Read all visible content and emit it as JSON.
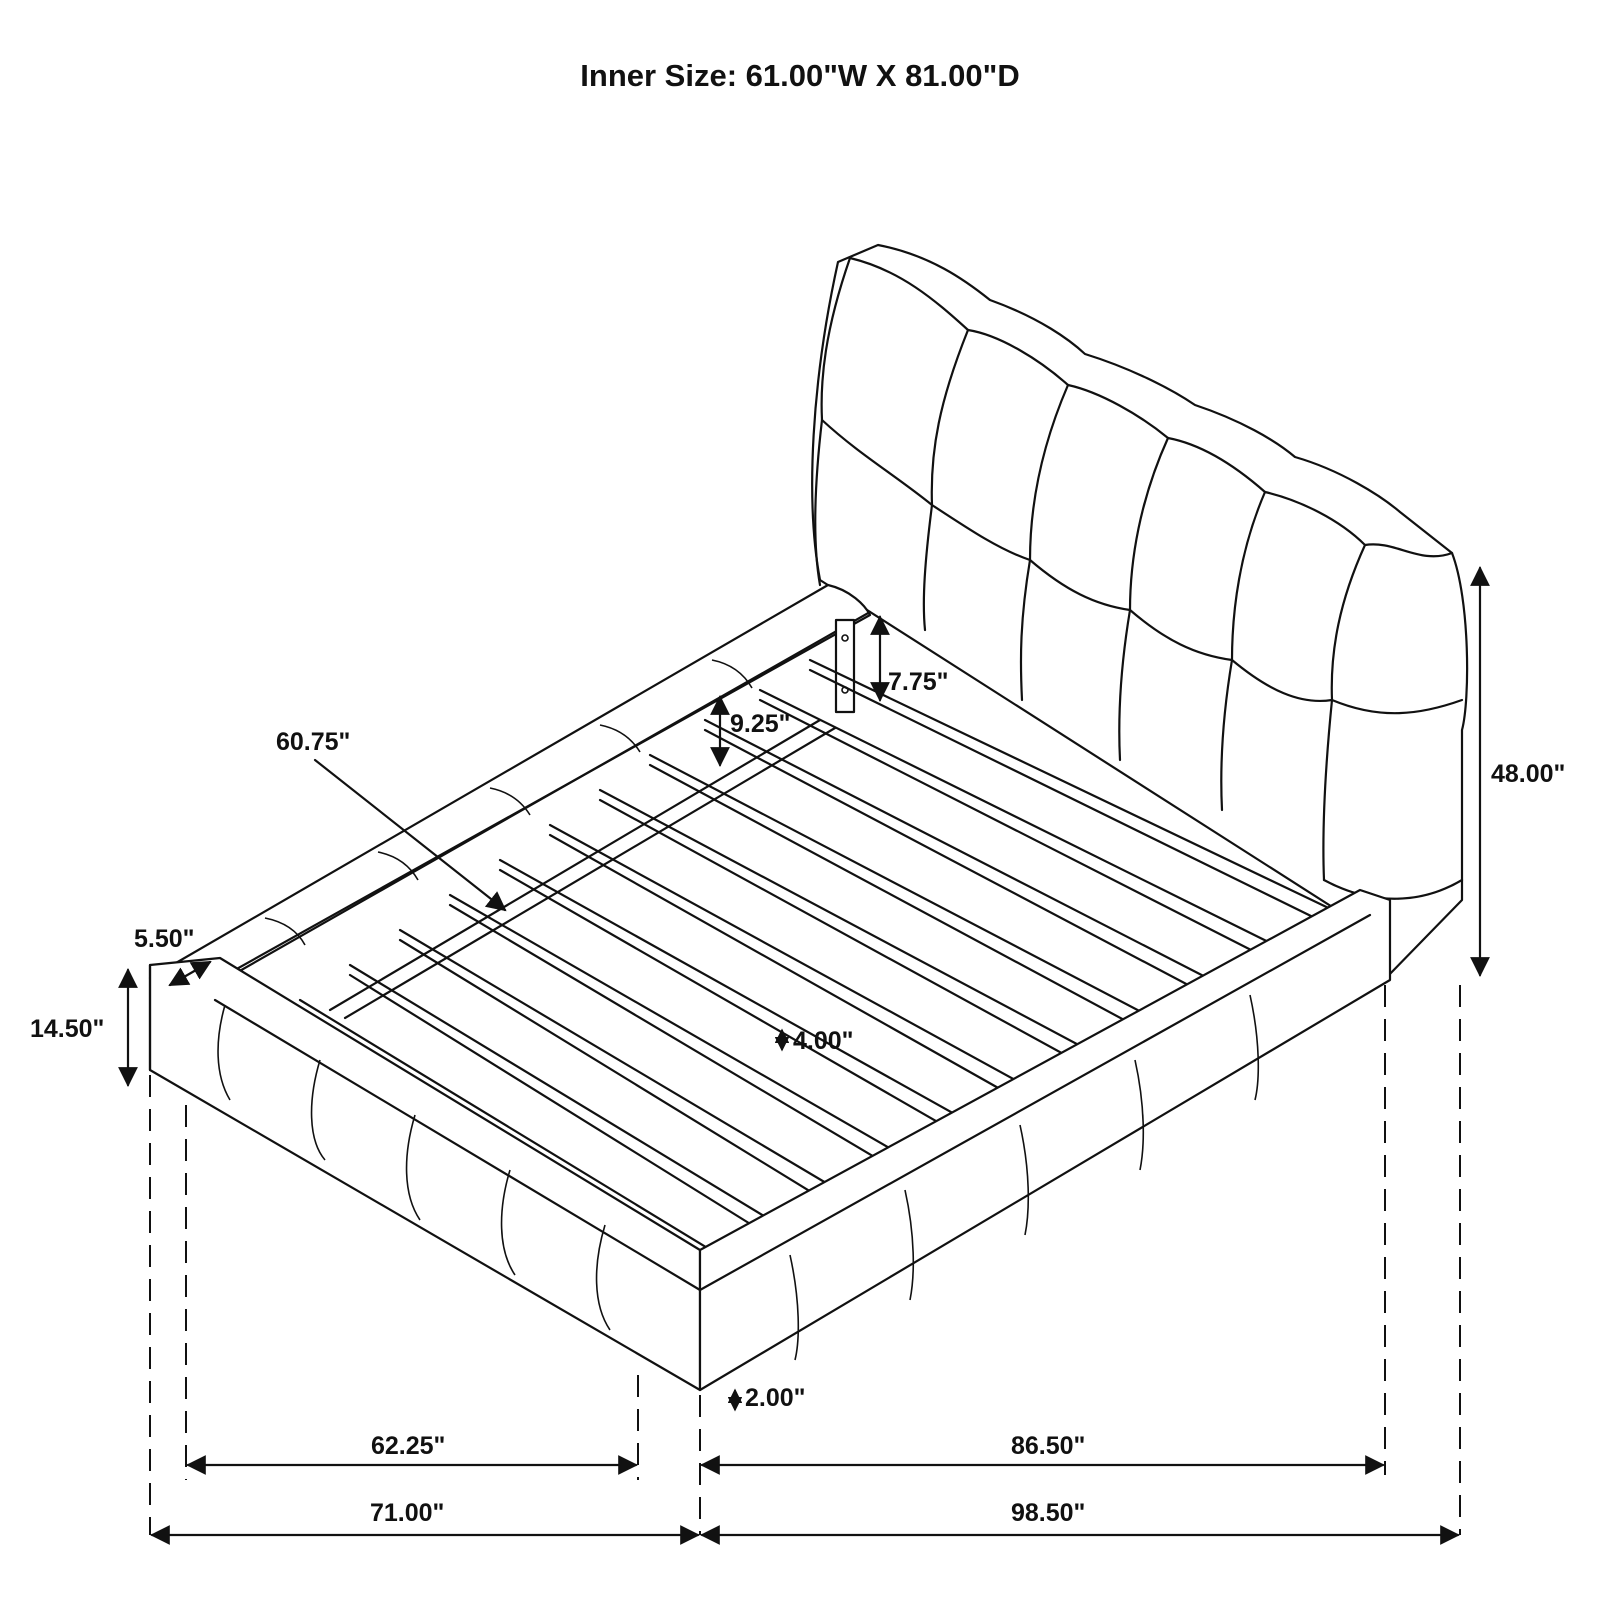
{
  "title": "Inner Size: 61.00\"W X 81.00\"D",
  "inner_size": {
    "width": "61.00\"",
    "depth": "81.00\""
  },
  "dimensions": {
    "headboard_height": "48.00\"",
    "side_rail_height": "14.50\"",
    "rail_top_width": "5.50\"",
    "slat_length": "60.75\"",
    "rail_to_slat_drop": "9.25\"",
    "headboard_leg_bracket": "7.75\"",
    "slat_support_height": "4.00\"",
    "floor_clearance": "2.00\"",
    "inner_leg_width": "62.25\"",
    "inner_leg_length": "86.50\"",
    "overall_width": "71.00\"",
    "overall_length": "98.50\""
  },
  "colors": {
    "line": "#111111",
    "background": "#ffffff"
  }
}
